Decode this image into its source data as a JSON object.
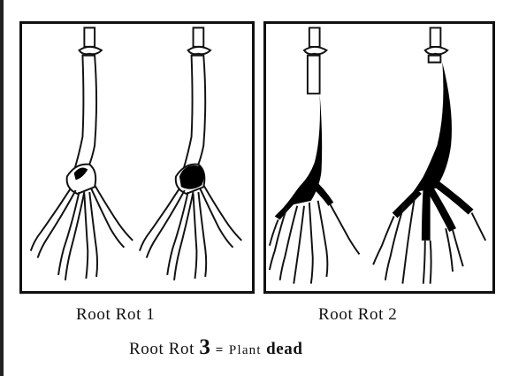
{
  "captions": {
    "rot1": "Root Rot 1",
    "rot2": "Root Rot 2",
    "rot3": {
      "prefix": "Root Rot",
      "number": "3",
      "equals": "=",
      "plant": "Plant",
      "dead": "dead"
    }
  },
  "colors": {
    "ink": "#111111",
    "lesion": "#000000",
    "background": "#ffffff"
  }
}
